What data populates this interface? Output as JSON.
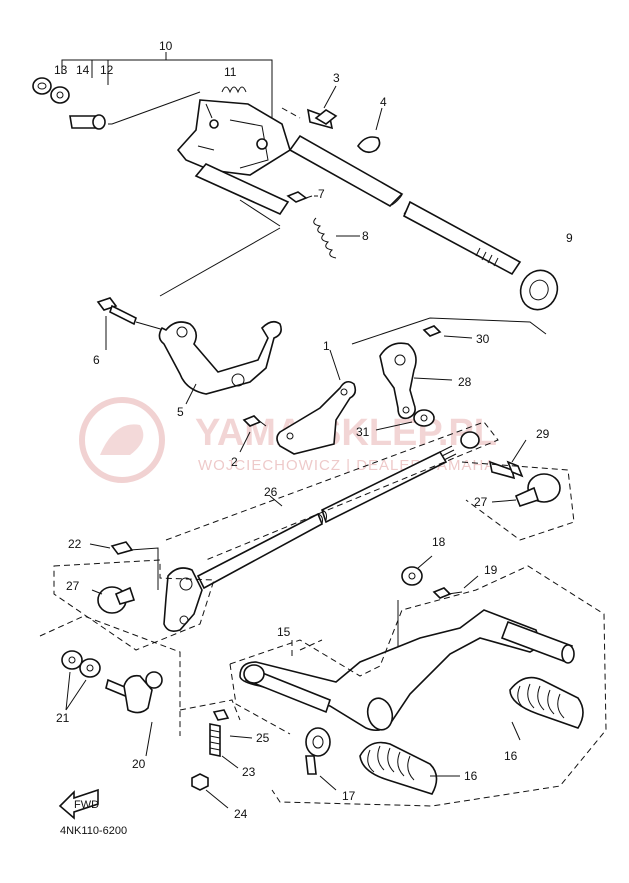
{
  "diagram": {
    "callouts": [
      "1",
      "2",
      "3",
      "4",
      "5",
      "6",
      "7",
      "8",
      "9",
      "10",
      "11",
      "12",
      "13",
      "14",
      "15",
      "16",
      "16",
      "17",
      "18",
      "19",
      "20",
      "21",
      "22",
      "23",
      "24",
      "25",
      "26",
      "27",
      "27",
      "28",
      "29",
      "30",
      "31"
    ],
    "fwd_label": "FWD",
    "drawing_code": "4NK110-6200",
    "watermark": {
      "brand": "YAMA-SKLEP.PL",
      "subtitle": "WOJCIECHOWICZ | DEALER YAMAHA"
    }
  }
}
